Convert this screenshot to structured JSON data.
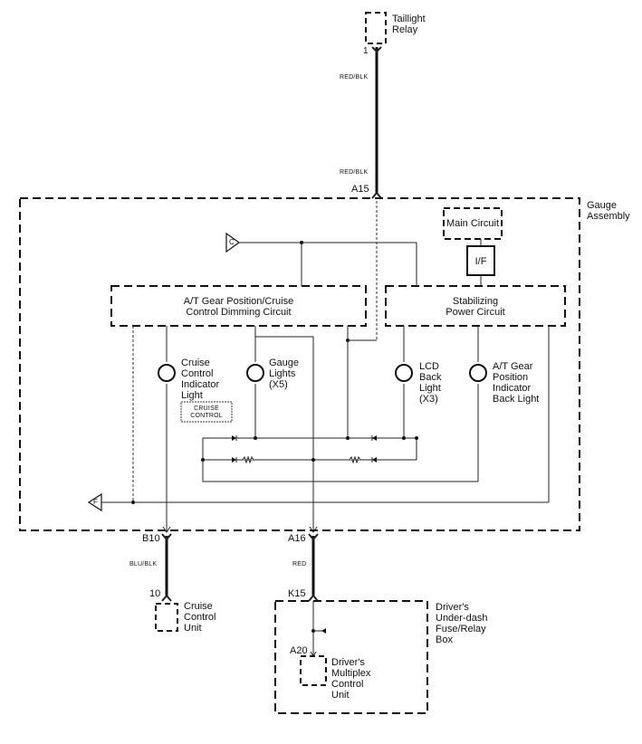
{
  "components": {
    "taillight_relay": "Taillight\nRelay",
    "gauge_assembly": "Gauge\nAssembly",
    "main_circuit": "Main Circuit",
    "interface": "I/F",
    "stabilizing_power": "Stabilizing\nPower Circuit",
    "dimming_circuit": "A/T Gear Position/Cruise\nControl Dimming Circuit",
    "cruise_indicator": "Cruise\nControl\nIndicator\nLight",
    "cruise_badge": "CRUISE\nCONTROL",
    "gauge_lights": "Gauge\nLights\n(X5)",
    "lcd_back_light": "LCD\nBack\nLight\n(X3)",
    "at_gear_back_light": "A/T Gear\nPosition\nIndicator\nBack Light",
    "cruise_control_unit": "Cruise\nControl\nUnit",
    "under_dash_box": "Driver's\nUnder-dash\nFuse/Relay\nBox",
    "multiplex_unit": "Driver's\nMultiplex\nControl\nUnit"
  },
  "connectors": {
    "relay_pin": "1",
    "a15": "A15",
    "b10": "B10",
    "a16": "A16",
    "cruise_pin": "10",
    "k15": "K15",
    "a20": "A20"
  },
  "wires": {
    "relay_upper": "RED/BLK",
    "relay_lower": "RED/BLK",
    "b10_wire": "BLU/BLK",
    "a16_wire": "RED"
  },
  "references": {
    "c": "C",
    "f": "F"
  }
}
